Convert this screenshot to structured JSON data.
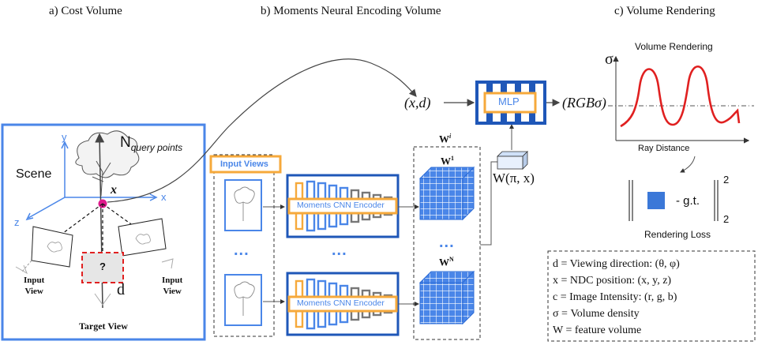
{
  "sections": {
    "a": "a) Cost Volume",
    "b": "b) Moments Neural Encoding Volume",
    "c": "c) Volume Rendering"
  },
  "scene": {
    "scene_label": "Scene",
    "axis_y": "y",
    "axis_x": "x",
    "axis_z": "z",
    "n_label": "N",
    "n_sub": "query points",
    "point_label": "x",
    "d_label": "d",
    "question": "?",
    "input_view_left": [
      "Input",
      "View"
    ],
    "input_view_right": [
      "Input",
      "View"
    ],
    "target_view": "Target View"
  },
  "encoding": {
    "input_views": "Input Views",
    "encoder_top": "Moments CNN Encoder",
    "encoder_bottom": "Moments CNN Encoder",
    "dots": "...",
    "w_i": "W",
    "w_i_sup": "i",
    "w_1": "W",
    "w_1_sup": "1",
    "w_n": "W",
    "w_n_sup": "N"
  },
  "mlp": {
    "input": "(x,d)",
    "label": "MLP",
    "output": "(RGBσ)",
    "feature": "W(π, x)"
  },
  "rendering": {
    "title": "Volume Rendering",
    "sigma": "σ",
    "x_axis": "Ray Distance",
    "loss_text": "- g.t.",
    "norm_sup": "2",
    "norm_sub": "2",
    "loss_label": "Rendering Loss"
  },
  "legend": [
    "d = Viewing direction: (θ, φ)",
    "x = NDC position: (x, y, z)",
    "c = Image Intensity: (r, g, b)",
    "σ = Volume density",
    "W = feature volume"
  ]
}
